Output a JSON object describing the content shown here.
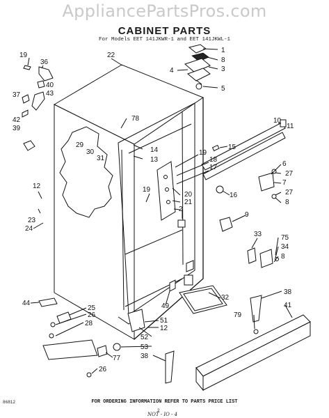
{
  "watermark": "AppliancePartsPros.com",
  "title": "CABINET PARTS",
  "subtitle": "For Models EET 141JKWR-1  and  EET 141JKWL-1",
  "footer": "FOR ORDERING INFORMATION REFER TO PARTS PRICE LIST",
  "doc_code": "86812",
  "page_number": "2",
  "handwritten_note": "NOT - IO - 4",
  "callouts": [
    "1",
    "8",
    "3",
    "4",
    "5",
    "22",
    "19",
    "36",
    "40",
    "43",
    "37",
    "42",
    "39",
    "78",
    "10",
    "11",
    "15",
    "29",
    "30",
    "31",
    "14",
    "13",
    "19",
    "18",
    "17",
    "6",
    "27",
    "7",
    "27",
    "8",
    "16",
    "12",
    "19",
    "20",
    "21",
    "2",
    "23",
    "24",
    "9",
    "33",
    "75",
    "34",
    "8",
    "32",
    "38",
    "41",
    "49",
    "44",
    "25",
    "26",
    "28",
    "51",
    "12",
    "52",
    "53",
    "77",
    "79",
    "38",
    "26"
  ]
}
